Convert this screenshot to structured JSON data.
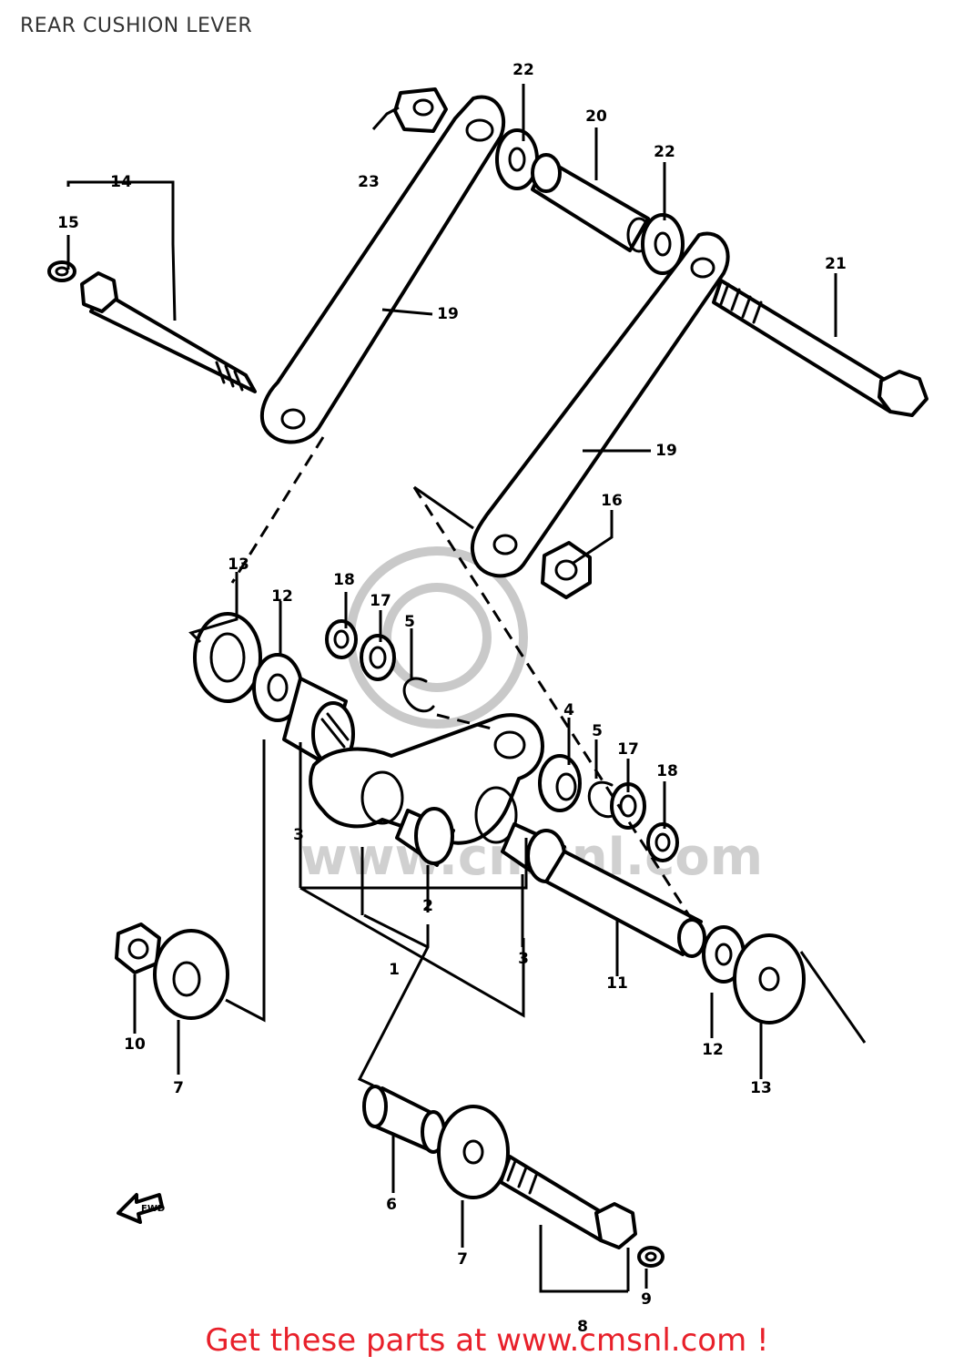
{
  "title": "REAR CUSHION LEVER",
  "footer_text": "Get these parts at www.cmsnl.com !",
  "footer_color": "#e8202a",
  "watermark_text": "www.cmsnl.com",
  "fwd_label": "FWD",
  "callouts": {
    "c1": "1",
    "c2": "2",
    "c3a": "3",
    "c3b": "3",
    "c4": "4",
    "c5a": "5",
    "c5b": "5",
    "c6": "6",
    "c7a": "7",
    "c7b": "7",
    "c8": "8",
    "c9": "9",
    "c10": "10",
    "c11": "11",
    "c12a": "12",
    "c12b": "12",
    "c13a": "13",
    "c13b": "13",
    "c14": "14",
    "c15": "15",
    "c16": "16",
    "c17a": "17",
    "c17b": "17",
    "c18a": "18",
    "c18b": "18",
    "c19a": "19",
    "c19b": "19",
    "c20": "20",
    "c21": "21",
    "c22a": "22",
    "c22b": "22",
    "c23": "23"
  }
}
